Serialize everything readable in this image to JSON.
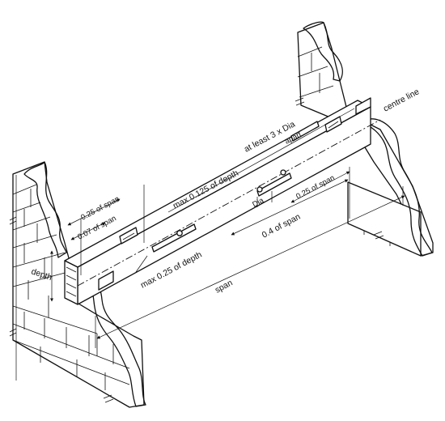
{
  "labels": {
    "quarter_span": "0.25 of span",
    "seven_span": "0.07 of span",
    "max_depth_top": "max 0.125 of depth",
    "three_dia": "at least 3 x Dia",
    "apart": "apart",
    "centre_line": "centre line",
    "dia": "Dia",
    "quarter_span_right": "0.25 of span",
    "point_four_span": "0.4 of span",
    "max_depth_bottom": "max 0.25 of depth",
    "depth": "depth",
    "span": "span"
  },
  "colors": {
    "ink": "#111111",
    "paper": "#ffffff",
    "stipple": "#222222"
  }
}
